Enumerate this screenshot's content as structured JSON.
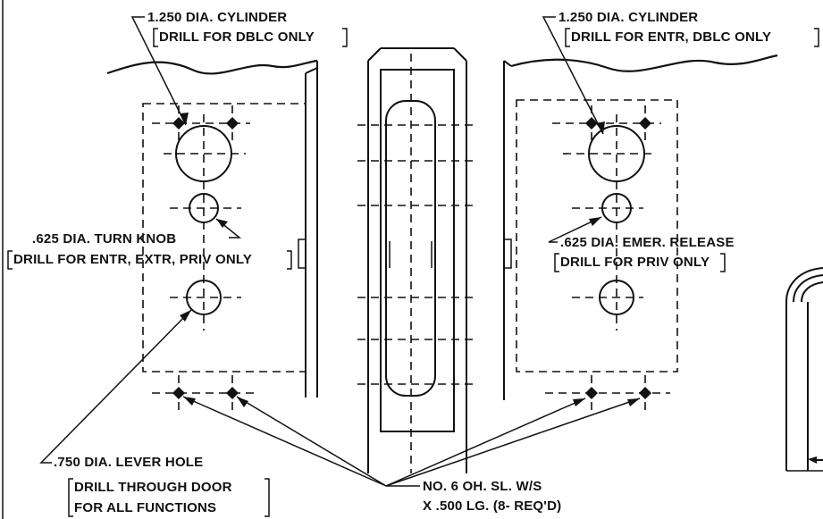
{
  "callouts": {
    "cyl_left": {
      "line1": "1.250 DIA. CYLINDER",
      "line2": "DRILL FOR DBLC ONLY"
    },
    "cyl_right": {
      "line1": "1.250 DIA. CYLINDER",
      "line2": "DRILL FOR ENTR, DBLC ONLY"
    },
    "turn_knob": {
      "line1": ".625 DIA. TURN KNOB",
      "line2": "DRILL FOR ENTR, EXTR, PRIV ONLY"
    },
    "emer_release": {
      "line1": ".625 DIA. EMER. RELEASE",
      "line2": "DRILL FOR PRIV ONLY"
    },
    "lever_hole": {
      "line1": ".750 DIA. LEVER HOLE",
      "line2": "DRILL THROUGH DOOR",
      "line3": "FOR ALL FUNCTIONS"
    },
    "screws": {
      "line1": "NO. 6  OH. SL. W/S",
      "line2": "X .500 LG. (8- REQ'D)"
    }
  }
}
